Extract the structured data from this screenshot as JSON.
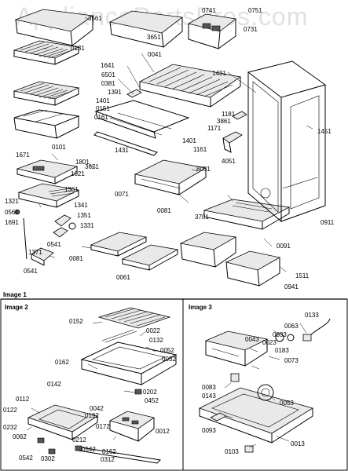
{
  "watermark": "AppliancePartsPros.com",
  "sections": {
    "image1": "Image 1",
    "image2": "Image 2",
    "image3": "Image 3"
  },
  "image1_labels": [
    "3561",
    "0741",
    "0751",
    "3651",
    "0731",
    "0131",
    "0041",
    "1641",
    "6501",
    "1431",
    "0381",
    "1391",
    "1401",
    "0151",
    "0161",
    "1181",
    "3861",
    "1171",
    "1451",
    "0101",
    "1671",
    "1431",
    "1401",
    "1161",
    "1801",
    "3621",
    "4051",
    "1021",
    "8051",
    "0071",
    "1361",
    "0081",
    "1321",
    "0561",
    "1691",
    "1341",
    "1351",
    "1331",
    "0541",
    "3701",
    "0911",
    "0081",
    "1371",
    "0091",
    "0541",
    "1511",
    "0061",
    "0941"
  ],
  "image2_labels": [
    "0152",
    "0022",
    "0132",
    "0052",
    "0032",
    "0162",
    "0142",
    "0202",
    "0452",
    "0112",
    "0122",
    "0042",
    "0192",
    "0232",
    "0172",
    "0012",
    "0062",
    "0212",
    "0542",
    "0162",
    "0542",
    "0302",
    "0312"
  ],
  "image3_labels": [
    "0133",
    "0063",
    "0043",
    "0033",
    "0023",
    "0183",
    "0073",
    "0083",
    "0143",
    "0053",
    "0093",
    "0013",
    "0103"
  ]
}
